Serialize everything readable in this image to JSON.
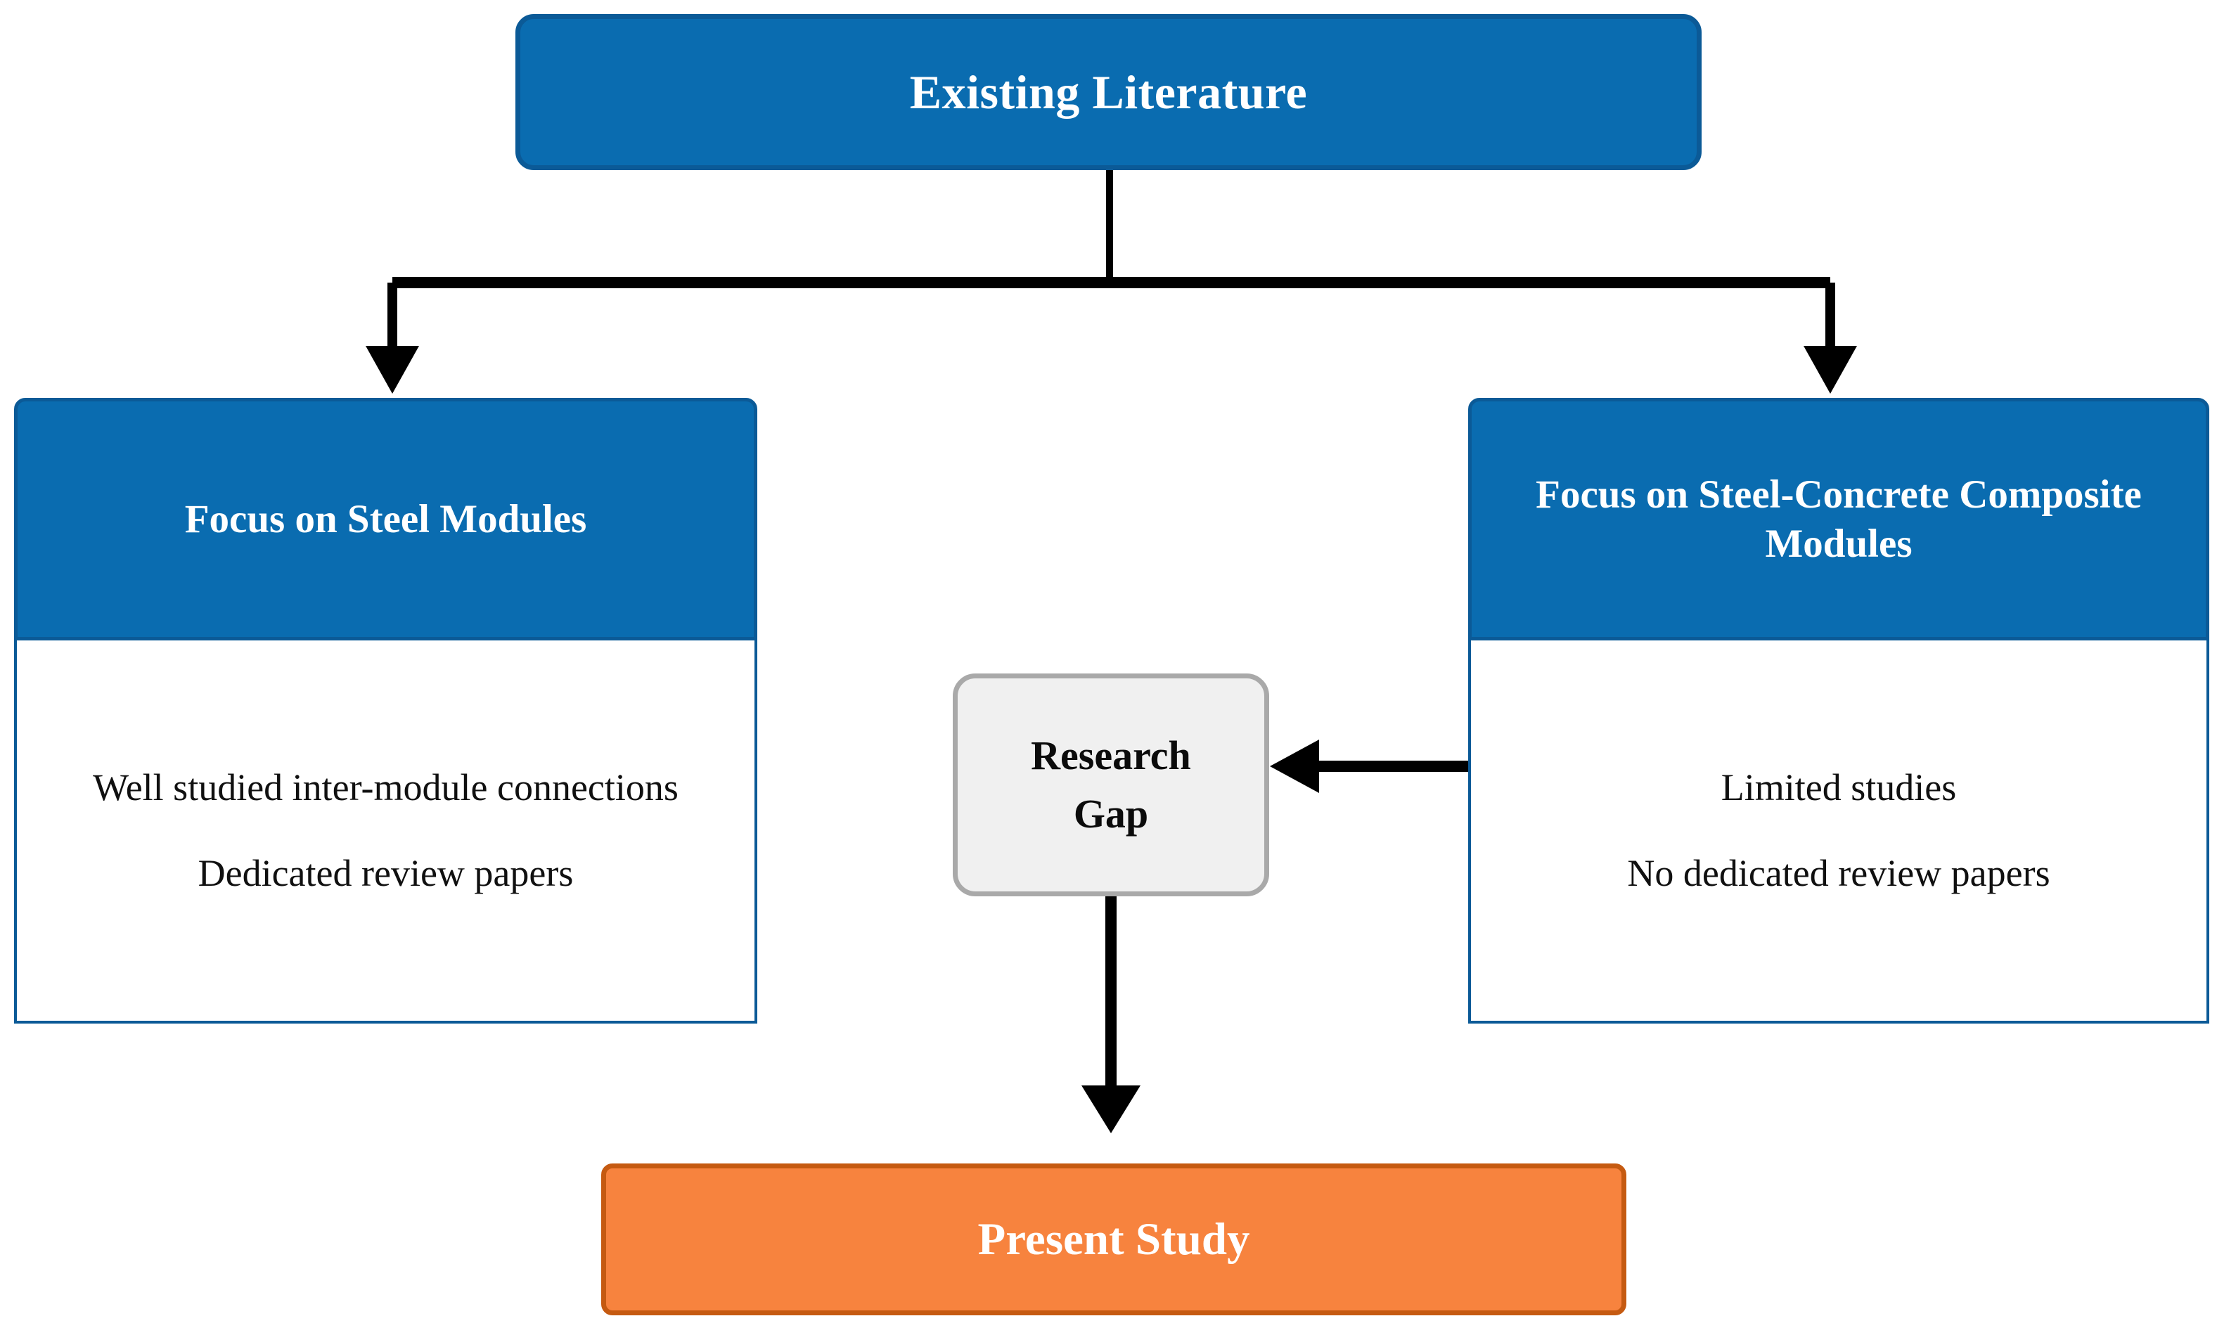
{
  "diagram": {
    "title": "Research Gap and Present Study Flowchart",
    "type": "flowchart",
    "palette": {
      "node_blue_fill": "#0A6CB0",
      "node_blue_border": "#0B5A97",
      "node_orange_fill": "#F7833E",
      "node_orange_border": "#C55A11",
      "node_gray_fill": "#F0F0F0",
      "node_gray_border": "#A9A9A9",
      "body_fill": "#FFFFFF",
      "connector": "#000000",
      "text_light": "#FFFFFF",
      "text_dark": "#101010",
      "background": "#FFFFFF"
    }
  },
  "root": {
    "label": "Existing Literature"
  },
  "branches": [
    {
      "id": "steel-modules",
      "header": "Focus on Steel Modules",
      "points": [
        "Well studied inter-module connections",
        "Dedicated review papers"
      ]
    },
    {
      "id": "steel-concrete-composite-modules",
      "header": "Focus on Steel-Concrete Composite Modules",
      "points": [
        "Limited studies",
        "No dedicated review papers"
      ]
    }
  ],
  "gap": {
    "line1": "Research",
    "line2": "Gap"
  },
  "result": {
    "label": "Present Study"
  },
  "connectors": [
    {
      "id": "root-to-left",
      "from": "root",
      "to": "steel-modules",
      "style": "elbow-down",
      "arrow": "end"
    },
    {
      "id": "root-to-right",
      "from": "root",
      "to": "steel-concrete-composite-modules",
      "style": "elbow-down",
      "arrow": "end"
    },
    {
      "id": "right-to-gap",
      "from": "steel-concrete-composite-modules",
      "to": "gap",
      "style": "horizontal-left",
      "arrow": "end"
    },
    {
      "id": "gap-to-result",
      "from": "gap",
      "to": "result",
      "style": "vertical-down",
      "arrow": "end"
    }
  ]
}
